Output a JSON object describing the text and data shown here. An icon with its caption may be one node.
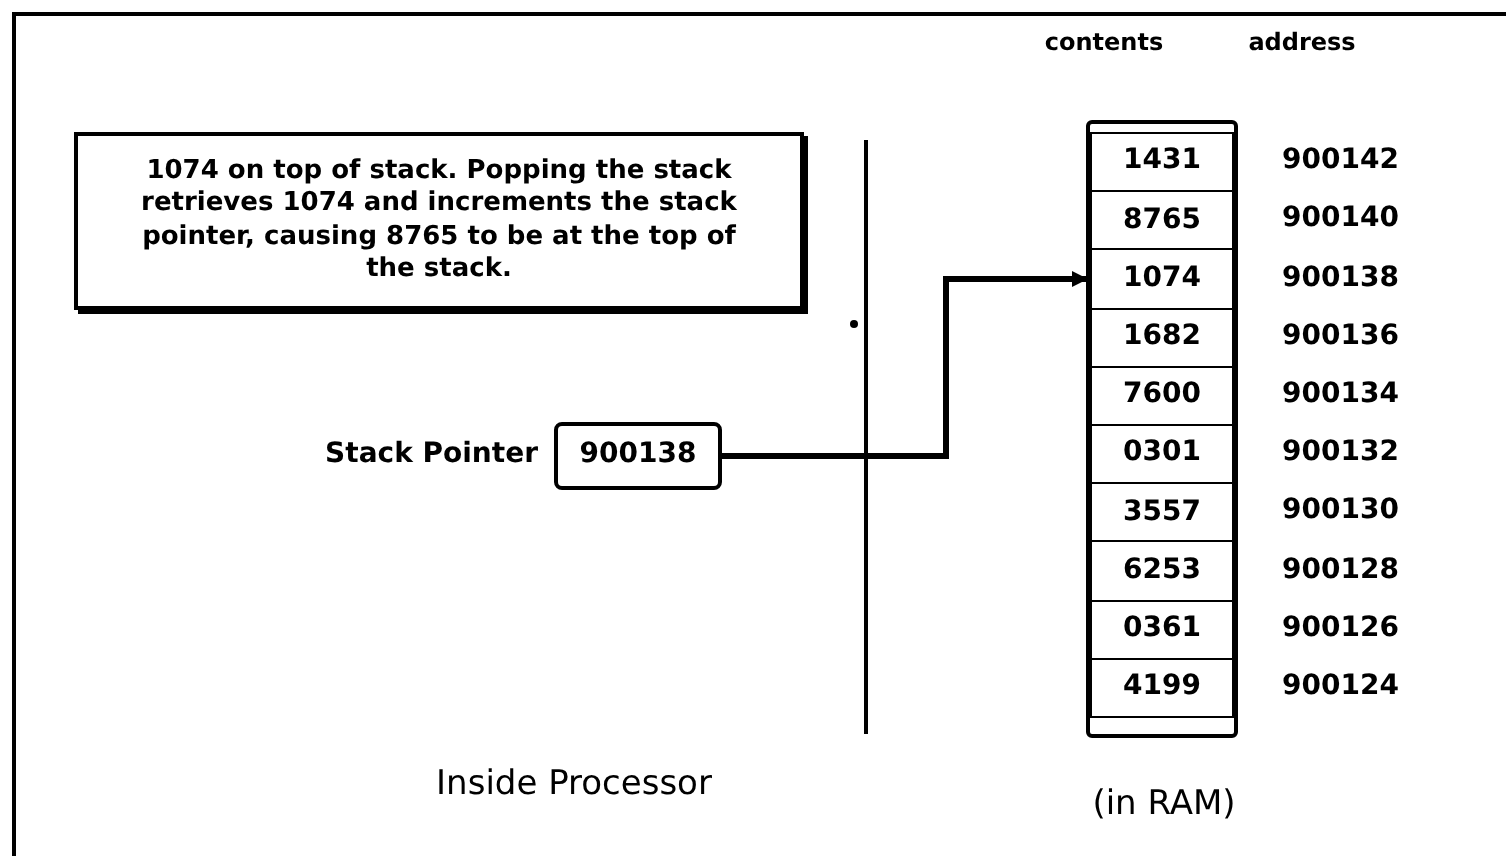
{
  "diagram": {
    "nodes": [
      {
        "text": [
          "1074 on top of stack.  Popping the stack retrieves 1074 and increments the stack pointer, causing 8765 to be at the top of the stack."
        ]
      },
      {
        "text": [
          "900138"
        ],
        "beside": [
          "Stack Pointer"
        ]
      },
      {
        "text": [],
        "shape": "box"
      },
      {
        "text": [
          "1431"
        ],
        "in": 2,
        "beside": [
          "900142"
        ]
      },
      {
        "text": [
          "8765"
        ],
        "in": 2,
        "beside": [
          "900140"
        ]
      },
      {
        "text": [
          "1074"
        ],
        "in": 2,
        "beside": [
          "900138"
        ]
      },
      {
        "text": [
          "1682"
        ],
        "in": 2,
        "beside": [
          "900136"
        ]
      },
      {
        "text": [
          "7600"
        ],
        "in": 2,
        "beside": [
          "900134"
        ]
      },
      {
        "text": [
          "0301"
        ],
        "in": 2,
        "beside": [
          "900132"
        ]
      },
      {
        "text": [
          "3557"
        ],
        "in": 2,
        "beside": [
          "900130"
        ]
      },
      {
        "text": [
          "6253"
        ],
        "in": 2,
        "beside": [
          "900128"
        ]
      },
      {
        "text": [
          "0361"
        ],
        "in": 2,
        "beside": [
          "900126"
        ]
      },
      {
        "text": [
          "4199"
        ],
        "in": 2,
        "beside": [
          "900124"
        ]
      }
    ],
    "edges": [
      {
        "from": 1,
        "to": 5,
        "arrow": "to"
      }
    ],
    "labels": [
      "contents",
      "address",
      "Inside Processor",
      "(in RAM)"
    ]
  }
}
